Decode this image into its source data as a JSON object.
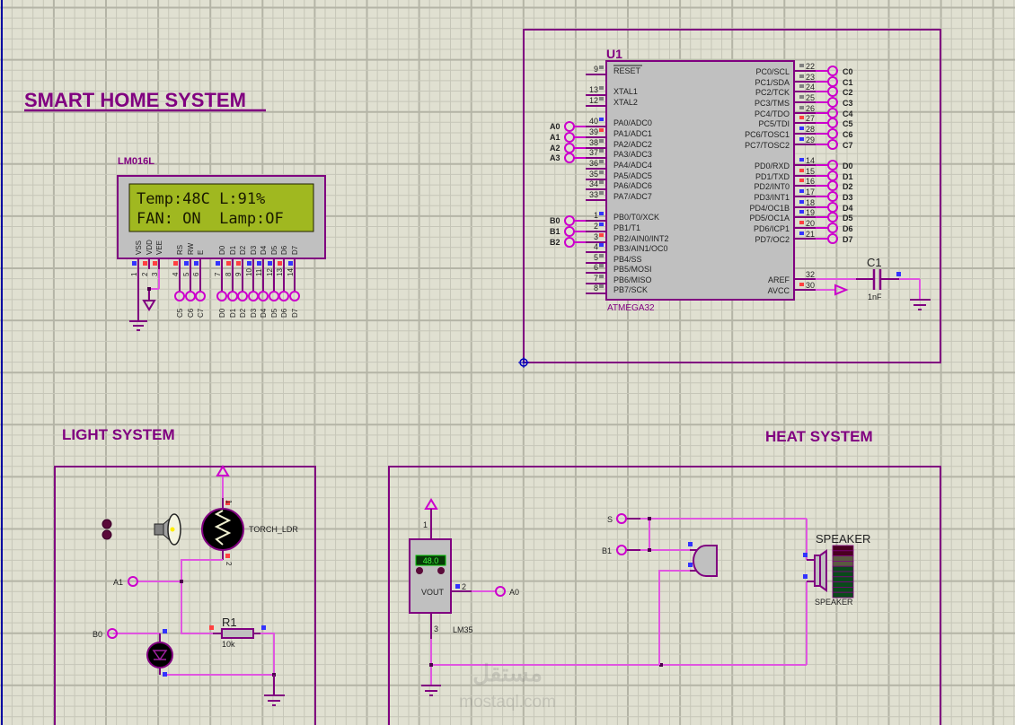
{
  "app": {
    "type": "schematic-editor"
  },
  "colors": {
    "background": "#e0e0d1",
    "grid_minor": "#c6c6b8",
    "grid_major": "#b4b4a6",
    "border": "#800080",
    "wire": "#e055e0",
    "wire_dark": "#800080",
    "pin_red": "#ff4040",
    "pin_blue": "#3333ff",
    "pin_gray": "#808080",
    "chip_fill": "#c0c0c0",
    "lcd_fill": "#a0b820",
    "lcd_text": "#1a1a00",
    "origin_marker": "#0000c0"
  },
  "titles": {
    "main": "SMART HOME SYSTEM",
    "light": "LIGHT SYSTEM",
    "heat": "HEAT SYSTEM"
  },
  "lcd": {
    "part": "LM016L",
    "line1": "Temp:48C L:91%",
    "line2": "FAN: ON  Lamp:OF",
    "pins": [
      {
        "name": "VSS",
        "num": "1",
        "state": "blue"
      },
      {
        "name": "VDD",
        "num": "2",
        "state": "red"
      },
      {
        "name": "VEE",
        "num": "3",
        "state": "red"
      },
      {
        "name": "RS",
        "num": "4",
        "state": "red"
      },
      {
        "name": "RW",
        "num": "5",
        "state": "blue"
      },
      {
        "name": "E",
        "num": "6",
        "state": "blue"
      },
      {
        "name": "D0",
        "num": "7",
        "state": "blue"
      },
      {
        "name": "D1",
        "num": "8",
        "state": "red"
      },
      {
        "name": "D2",
        "num": "9",
        "state": "red"
      },
      {
        "name": "D3",
        "num": "10",
        "state": "blue"
      },
      {
        "name": "D4",
        "num": "11",
        "state": "blue"
      },
      {
        "name": "D5",
        "num": "12",
        "state": "blue"
      },
      {
        "name": "D6",
        "num": "13",
        "state": "red"
      },
      {
        "name": "D7",
        "num": "14",
        "state": "blue"
      }
    ],
    "terminals": [
      "C5",
      "C6",
      "C7",
      "D0",
      "D1",
      "D2",
      "D3",
      "D4",
      "D5",
      "D6",
      "D7"
    ]
  },
  "mcu": {
    "ref": "U1",
    "part": "ATMEGA32",
    "left_pins": [
      {
        "label": "RESET",
        "num": "9",
        "state": "gray",
        "terminal": ""
      },
      {
        "label": "XTAL1",
        "num": "13",
        "state": "gray",
        "terminal": ""
      },
      {
        "label": "XTAL2",
        "num": "12",
        "state": "gray",
        "terminal": ""
      },
      {
        "label": "PA0/ADC0",
        "num": "40",
        "state": "blue",
        "terminal": "A0"
      },
      {
        "label": "PA1/ADC1",
        "num": "39",
        "state": "red",
        "terminal": "A1"
      },
      {
        "label": "PA2/ADC2",
        "num": "38",
        "state": "gray",
        "terminal": "A2"
      },
      {
        "label": "PA3/ADC3",
        "num": "37",
        "state": "gray",
        "terminal": "A3"
      },
      {
        "label": "PA4/ADC4",
        "num": "36",
        "state": "gray",
        "terminal": ""
      },
      {
        "label": "PA5/ADC5",
        "num": "35",
        "state": "gray",
        "terminal": ""
      },
      {
        "label": "PA6/ADC6",
        "num": "34",
        "state": "gray",
        "terminal": ""
      },
      {
        "label": "PA7/ADC7",
        "num": "33",
        "state": "gray",
        "terminal": ""
      },
      {
        "label": "PB0/T0/XCK",
        "num": "1",
        "state": "blue",
        "terminal": "B0"
      },
      {
        "label": "PB1/T1",
        "num": "2",
        "state": "blue",
        "terminal": "B1"
      },
      {
        "label": "PB2/AIN0/INT2",
        "num": "3",
        "state": "red",
        "terminal": "B2"
      },
      {
        "label": "PB3/AIN1/OC0",
        "num": "4",
        "state": "blue",
        "terminal": ""
      },
      {
        "label": "PB4/SS",
        "num": "5",
        "state": "gray",
        "terminal": ""
      },
      {
        "label": "PB5/MOSI",
        "num": "6",
        "state": "gray",
        "terminal": ""
      },
      {
        "label": "PB6/MISO",
        "num": "7",
        "state": "gray",
        "terminal": ""
      },
      {
        "label": "PB7/SCK",
        "num": "8",
        "state": "gray",
        "terminal": ""
      }
    ],
    "right_pins": [
      {
        "label": "PC0/SCL",
        "num": "22",
        "state": "gray",
        "terminal": "C0"
      },
      {
        "label": "PC1/SDA",
        "num": "23",
        "state": "gray",
        "terminal": "C1"
      },
      {
        "label": "PC2/TCK",
        "num": "24",
        "state": "gray",
        "terminal": "C2"
      },
      {
        "label": "PC3/TMS",
        "num": "25",
        "state": "gray",
        "terminal": "C3"
      },
      {
        "label": "PC4/TDO",
        "num": "26",
        "state": "gray",
        "terminal": "C4"
      },
      {
        "label": "PC5/TDI",
        "num": "27",
        "state": "red",
        "terminal": "C5"
      },
      {
        "label": "PC6/TOSC1",
        "num": "28",
        "state": "blue",
        "terminal": "C6"
      },
      {
        "label": "PC7/TOSC2",
        "num": "29",
        "state": "blue",
        "terminal": "C7"
      },
      {
        "label": "PD0/RXD",
        "num": "14",
        "state": "blue",
        "terminal": "D0"
      },
      {
        "label": "PD1/TXD",
        "num": "15",
        "state": "red",
        "terminal": "D1"
      },
      {
        "label": "PD2/INT0",
        "num": "16",
        "state": "red",
        "terminal": "D2"
      },
      {
        "label": "PD3/INT1",
        "num": "17",
        "state": "blue",
        "terminal": "D3"
      },
      {
        "label": "PD4/OC1B",
        "num": "18",
        "state": "blue",
        "terminal": "D4"
      },
      {
        "label": "PD5/OC1A",
        "num": "19",
        "state": "blue",
        "terminal": "D5"
      },
      {
        "label": "PD6/ICP1",
        "num": "20",
        "state": "red",
        "terminal": "D6"
      },
      {
        "label": "PD7/OC2",
        "num": "21",
        "state": "blue",
        "terminal": "D7"
      },
      {
        "label": "AREF",
        "num": "32",
        "state": "none",
        "terminal": ""
      },
      {
        "label": "AVCC",
        "num": "30",
        "state": "red",
        "terminal": ""
      }
    ]
  },
  "capacitor": {
    "ref": "C1",
    "value": "1nF"
  },
  "light_system": {
    "ldr_label": "TORCH_LDR",
    "ldr_pins": [
      "1",
      "2"
    ],
    "terminal_a1": "A1",
    "terminal_b0": "B0",
    "resistor_ref": "R1",
    "resistor_value": "10k"
  },
  "heat_system": {
    "sensor_part": "LM35",
    "sensor_reading": "48.0",
    "sensor_pin_label": "VOUT",
    "sensor_pins": [
      "1",
      "2",
      "3"
    ],
    "terminal_a0": "A0",
    "terminal_s": "S",
    "terminal_b1": "B1",
    "speaker_ref": "SPEAKER",
    "speaker_part": "SPEAKER"
  },
  "watermark": {
    "line1": "مستقل",
    "line2": "mostaql.com"
  }
}
